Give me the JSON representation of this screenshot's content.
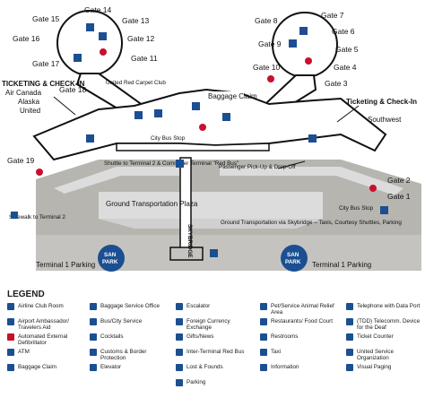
{
  "colors": {
    "navy": "#1b4f91",
    "red": "#c8102e",
    "road": "#d9d9d9",
    "pavement": "#b7b5b0",
    "outline": "#111111"
  },
  "gates_left": [
    "Gate 14",
    "Gate 15",
    "Gate 13",
    "Gate 16",
    "Gate 12",
    "Gate 11",
    "Gate 17",
    "Gate 18",
    "Gate 19"
  ],
  "gates_right": [
    "Gate 7",
    "Gate 8",
    "Gate 6",
    "Gate 9",
    "Gate 5",
    "Gate 10",
    "Gate 4",
    "Gate 3",
    "Gate 2",
    "Gate 1"
  ],
  "labels": {
    "ticketing_left_title": "TICKETING & CHECK-IN",
    "ticketing_left_airlines": [
      "Air Canada",
      "Alaska",
      "United"
    ],
    "ticketing_right_title": "Ticketing & Check-In",
    "ticketing_right_airline": "Southwest",
    "red_carpet": "United Red Carpet Club",
    "baggage_claim": "Baggage Claim",
    "city_bus_stop": "City Bus Stop",
    "city_bus_stop_right": "City Bus Stop",
    "shuttle": "Shuttle to Terminal 2 & Commuter Terminal \"Red Bus\"",
    "pickup": "Passenger Pick-Up & Drop-Off",
    "skybridge": "SKYBRIDGE",
    "plaza": "Ground Transportation Plaza",
    "ground_note": "Ground Transportation via Skybridge – Taxis, Courtesy Shuttles, Parking",
    "sidewalk": "Sidewalk to Terminal 2",
    "parking_left": "Terminal 1 Parking",
    "parking_right": "Terminal 1 Parking",
    "san_park_top": "SAN",
    "san_park_bottom": "PARK"
  },
  "legend": {
    "title": "LEGEND",
    "items": [
      {
        "icon": "airline-club-icon",
        "label": "Airline Club Room"
      },
      {
        "icon": "airport-ambassador-icon",
        "label": "Airport Ambassador/ Travelers Aid"
      },
      {
        "icon": "defibrillator-icon",
        "label": "Automated External Defibrillator",
        "red": true
      },
      {
        "icon": "atm-icon",
        "label": "ATM"
      },
      {
        "icon": "baggage-claim-icon",
        "label": "Baggage Claim"
      },
      {
        "icon": "baggage-service-icon",
        "label": "Baggage Service Office"
      },
      {
        "icon": "bus-city-service-icon",
        "label": "Bus/City Service"
      },
      {
        "icon": "cocktails-icon",
        "label": "Cocktails"
      },
      {
        "icon": "customs-icon",
        "label": "Customs & Border Protection"
      },
      {
        "icon": "elevator-icon",
        "label": "Elevator"
      },
      {
        "icon": "escalator-icon",
        "label": "Escalator"
      },
      {
        "icon": "currency-exchange-icon",
        "label": "Foreign Currency Exchange"
      },
      {
        "icon": "gifts-news-icon",
        "label": "Gifts/News"
      },
      {
        "icon": "red-bus-icon",
        "label": "Inter-Terminal Red Bus"
      },
      {
        "icon": "lost-found-icon",
        "label": "Lost & Founds"
      },
      {
        "icon": "parking-icon",
        "label": "Parking"
      },
      {
        "icon": "pet-relief-icon",
        "label": "Pet/Service Animal Relief Area"
      },
      {
        "icon": "restaurant-icon",
        "label": "Restaurants/ Food Court"
      },
      {
        "icon": "restrooms-icon",
        "label": "Restrooms"
      },
      {
        "icon": "taxi-icon",
        "label": "Taxi"
      },
      {
        "icon": "information-icon",
        "label": "Information"
      },
      {
        "icon": "phone-data-icon",
        "label": "Telephone with Data Port"
      },
      {
        "icon": "tdd-icon",
        "label": "(TDD) Telecomm. Device for the Deaf"
      },
      {
        "icon": "ticket-counter-icon",
        "label": "Ticket Counter"
      },
      {
        "icon": "uso-icon",
        "label": "United Service Organization"
      },
      {
        "icon": "visual-paging-icon",
        "label": "Visual Paging"
      }
    ]
  }
}
